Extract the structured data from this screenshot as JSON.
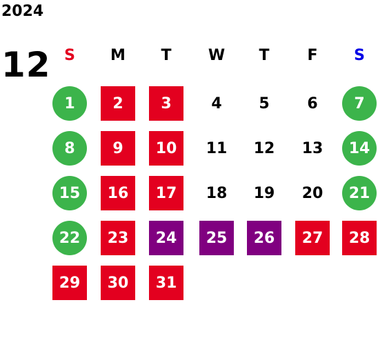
{
  "calendar": {
    "year": "2024",
    "month": "12",
    "weekdays": [
      {
        "label": "S",
        "color": "#e3001f"
      },
      {
        "label": "M",
        "color": "#000000"
      },
      {
        "label": "T",
        "color": "#000000"
      },
      {
        "label": "W",
        "color": "#000000"
      },
      {
        "label": "T",
        "color": "#000000"
      },
      {
        "label": "F",
        "color": "#000000"
      },
      {
        "label": "S",
        "color": "#0000e6"
      }
    ],
    "days": [
      {
        "day": "1",
        "style": "green"
      },
      {
        "day": "2",
        "style": "red"
      },
      {
        "day": "3",
        "style": "red"
      },
      {
        "day": "4",
        "style": "plain"
      },
      {
        "day": "5",
        "style": "plain"
      },
      {
        "day": "6",
        "style": "plain"
      },
      {
        "day": "7",
        "style": "green"
      },
      {
        "day": "8",
        "style": "green"
      },
      {
        "day": "9",
        "style": "red"
      },
      {
        "day": "10",
        "style": "red"
      },
      {
        "day": "11",
        "style": "plain"
      },
      {
        "day": "12",
        "style": "plain"
      },
      {
        "day": "13",
        "style": "plain"
      },
      {
        "day": "14",
        "style": "green"
      },
      {
        "day": "15",
        "style": "green"
      },
      {
        "day": "16",
        "style": "red"
      },
      {
        "day": "17",
        "style": "red"
      },
      {
        "day": "18",
        "style": "plain"
      },
      {
        "day": "19",
        "style": "plain"
      },
      {
        "day": "20",
        "style": "plain"
      },
      {
        "day": "21",
        "style": "green"
      },
      {
        "day": "22",
        "style": "green"
      },
      {
        "day": "23",
        "style": "red"
      },
      {
        "day": "24",
        "style": "purple"
      },
      {
        "day": "25",
        "style": "purple"
      },
      {
        "day": "26",
        "style": "purple"
      },
      {
        "day": "27",
        "style": "red"
      },
      {
        "day": "28",
        "style": "red"
      },
      {
        "day": "29",
        "style": "red"
      },
      {
        "day": "30",
        "style": "red"
      },
      {
        "day": "31",
        "style": "red"
      }
    ],
    "colors": {
      "red": "#e3001f",
      "green": "#3cb44b",
      "purple": "#800080"
    }
  }
}
